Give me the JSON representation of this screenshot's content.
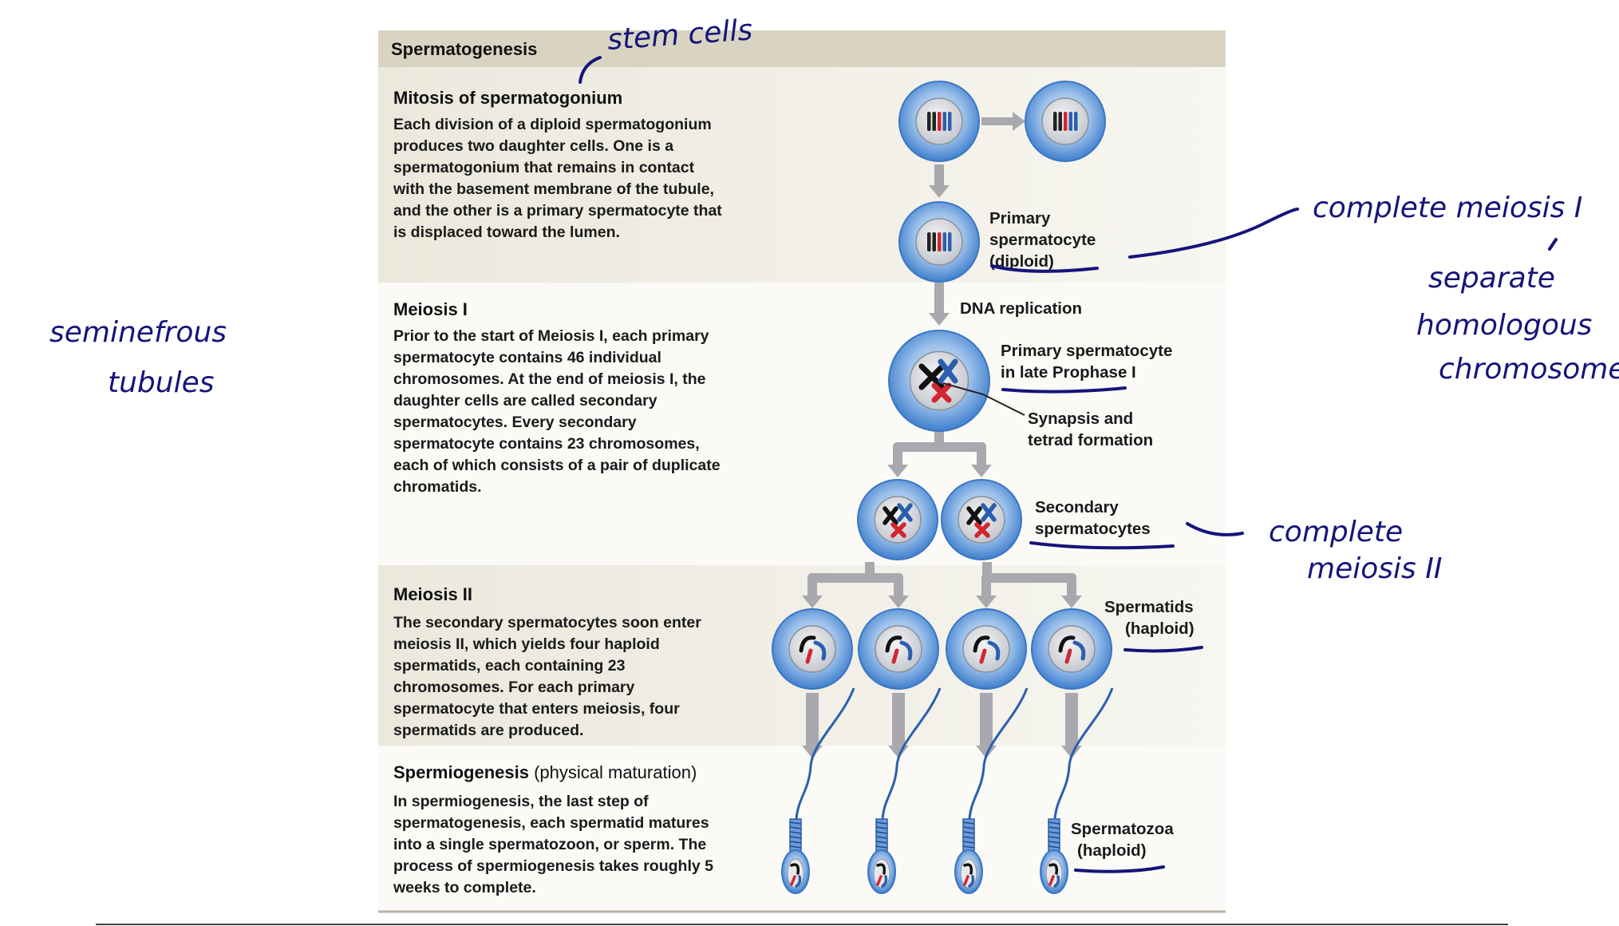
{
  "figure": {
    "header_title": "Spermatogenesis",
    "sections": [
      {
        "title": "Mitosis of spermatogonium",
        "title_suffix": "",
        "body": [
          "Each division of a diploid spermatogonium",
          "produces two daughter cells. One is a",
          "spermatogonium that remains in contact",
          "with the basement membrane of the tubule,",
          "and the other is a primary spermatocyte that",
          "is displaced toward the lumen."
        ]
      },
      {
        "title": "Meiosis I",
        "title_suffix": "",
        "body": [
          "Prior to the start of Meiosis I, each primary",
          "spermatocyte contains 46 individual",
          "chromosomes. At the end of meiosis I, the",
          "daughter cells are called secondary",
          "spermatocytes. Every secondary",
          "spermatocyte contains 23 chromosomes,",
          "each of which consists of a pair of duplicate",
          "chromatids."
        ]
      },
      {
        "title": "Meiosis II",
        "title_suffix": "",
        "body": [
          "The secondary spermatocytes soon enter",
          "meiosis II, which yields four haploid",
          "spermatids, each containing 23",
          "chromosomes. For each primary",
          "spermatocyte that enters meiosis, four",
          "spermatids are produced."
        ]
      },
      {
        "title": "Spermiogenesis",
        "title_suffix": "(physical maturation)",
        "body": [
          "In spermiogenesis, the last step of",
          "spermatogenesis, each spermatid matures",
          "into a single spermatozoon, or sperm. The",
          "process of spermiogenesis takes roughly 5",
          "weeks to complete."
        ]
      }
    ],
    "labels": {
      "primary_spermatocyte": [
        "Primary",
        "spermatocyte",
        "(diploid)"
      ],
      "dna_replication": "DNA replication",
      "late_prophase": [
        "Primary spermatocyte",
        "in late Prophase I"
      ],
      "synapsis": [
        "Synapsis and",
        "tetrad formation"
      ],
      "secondary": [
        "Secondary",
        "spermatocytes"
      ],
      "spermatids": [
        "Spermatids",
        "(haploid)"
      ],
      "spermatozoa": [
        "Spermatozoa",
        "(haploid)"
      ]
    }
  },
  "handwritten_notes": {
    "stem_cells": "stem cells",
    "seminiferous_1": "seminefrous",
    "seminiferous_2": "tubules",
    "meiosis1": "complete meiosis I",
    "separate": [
      "separate",
      "homologous",
      "chromosomes"
    ],
    "meiosis2": [
      "complete",
      "meiosis II"
    ]
  },
  "colors": {
    "cell_blue": "#4f8fd6",
    "ink": "#15147a",
    "chrom_red": "#d22630",
    "chrom_blue": "#2b5fae"
  }
}
